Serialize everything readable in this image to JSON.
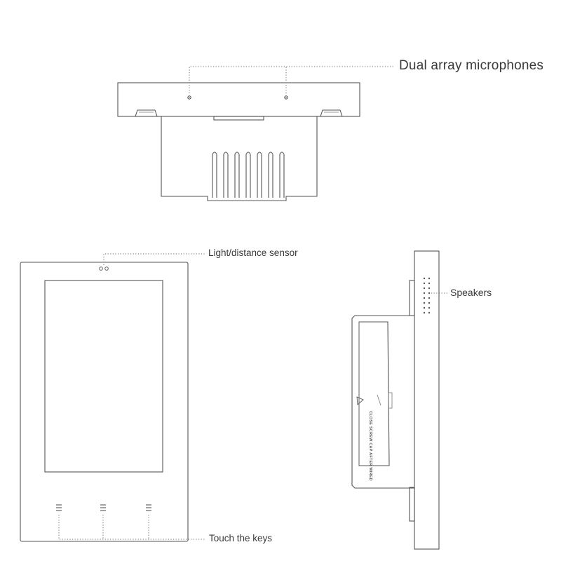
{
  "callouts": {
    "microphones": "Dual array microphones",
    "sensor": "Light/distance sensor",
    "speakers": "Speakers",
    "keys": "Touch the keys"
  },
  "back_cover_text": "CLOSE SCREW CAP AFTER WIRED"
}
